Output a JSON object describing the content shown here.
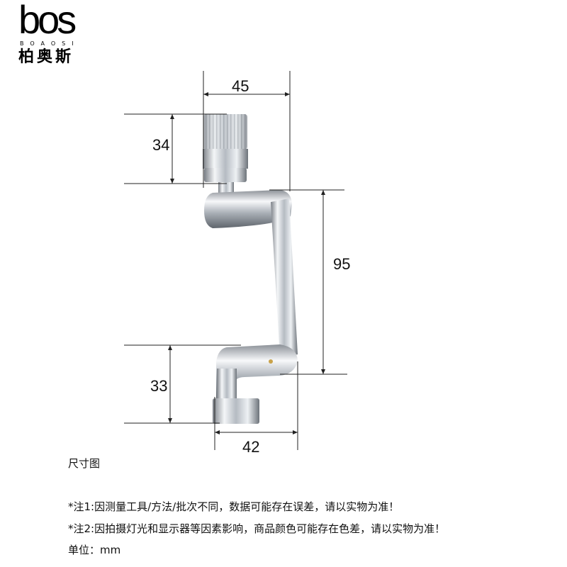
{
  "logo": {
    "mark": "bos",
    "sub": "BOAOSI",
    "cn": "柏奥斯"
  },
  "dimensions": {
    "top_width": "45",
    "aerator_height": "34",
    "arm_height": "95",
    "base_height": "33",
    "base_width": "42"
  },
  "caption": "尺寸图",
  "notes": [
    "*注1:因测量工具/方法/批次不同，数据可能存在误差，请以实物为准！",
    "*注2:因拍摄灯光和显示器等因素影响，商品颜色可能存在色差，请以实物为准！"
  ],
  "unit": "单位：mm"
}
